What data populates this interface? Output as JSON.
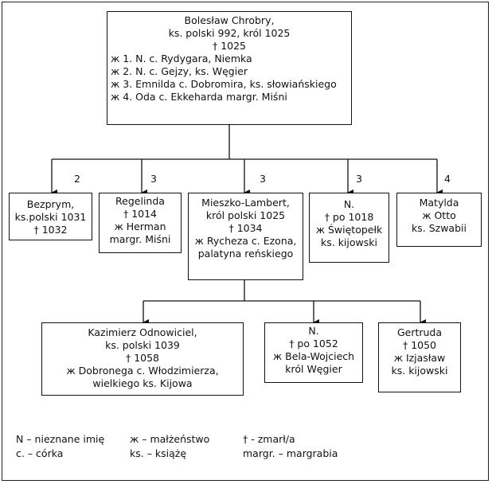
{
  "root": {
    "lines": [
      "Bolesław Chrobry,",
      "ks. polski 992, król 1025",
      "† 1025"
    ],
    "spouses": [
      "ж 1. N. c. Rydygara, Niemka",
      "ж 2. N. c. Gejzy, ks. Węgier",
      "ж 3. Emnilda c. Dobromira, ks. słowiańskiego",
      "ж 4. Oda c. Ekkeharda margr. Miśni"
    ]
  },
  "children": [
    {
      "marriage": "2",
      "lines": [
        "Bezprym,",
        "ks.polski 1031",
        "† 1032"
      ]
    },
    {
      "marriage": "3",
      "lines": [
        "Regelinda",
        "† 1014",
        "ж Herman",
        "margr. Miśni"
      ]
    },
    {
      "marriage": "3",
      "lines": [
        "Mieszko-Lambert,",
        "król polski 1025",
        "† 1034",
        "ж Rycheza c. Ezona,",
        "palatyna reńskiego"
      ]
    },
    {
      "marriage": "3",
      "lines": [
        "N.",
        "† po 1018",
        "ж Świętopełk",
        "ks. kijowski"
      ]
    },
    {
      "marriage": "4",
      "lines": [
        "Matylda",
        "ж Otto",
        "ks. Szwabii"
      ]
    }
  ],
  "grandchildren": [
    {
      "lines": [
        "Kazimierz Odnowiciel,",
        "ks. polski 1039",
        "† 1058",
        "ж Dobronega c. Włodzimierza,",
        "wielkiego ks. Kijowa"
      ]
    },
    {
      "lines": [
        "N.",
        "† po 1052",
        "ж Bela-Wojciech",
        "król Węgier"
      ]
    },
    {
      "lines": [
        "Gertruda",
        "† 1050",
        "ж Izjasław",
        "ks. kijowski"
      ]
    }
  ],
  "legend": {
    "col1": [
      "N – nieznane imię",
      "c. – córka"
    ],
    "col2": [
      "ж – małżeństwo",
      "ks. – książę"
    ],
    "col3": [
      "† - zmarł/a",
      "margr. – margrabia"
    ]
  }
}
